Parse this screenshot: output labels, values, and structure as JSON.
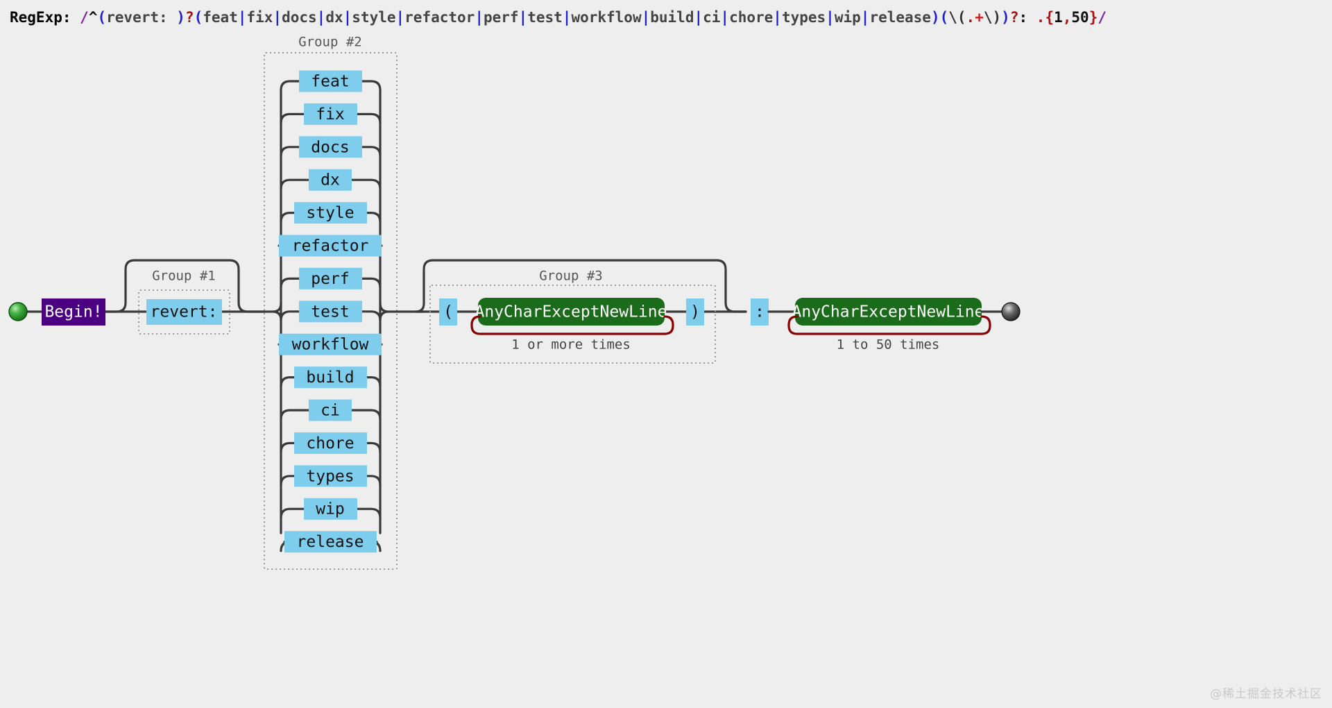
{
  "header": {
    "label": "RegExp:",
    "pattern": "/^(revert: )?(feat|fix|docs|dx|style|refactor|perf|test|workflow|build|ci|chore|types|wip|release)(\\(.+\\))?: .{1,50}/",
    "tokens": [
      {
        "t": "/",
        "c": "slash"
      },
      {
        "t": "^",
        "c": "anchor"
      },
      {
        "t": "(",
        "c": "paren"
      },
      {
        "t": "revert: ",
        "c": "lit"
      },
      {
        "t": ")",
        "c": "paren"
      },
      {
        "t": "?",
        "c": "quant"
      },
      {
        "t": "(",
        "c": "paren"
      },
      {
        "t": "feat",
        "c": "lit"
      },
      {
        "t": "|",
        "c": "pipe"
      },
      {
        "t": "fix",
        "c": "lit"
      },
      {
        "t": "|",
        "c": "pipe"
      },
      {
        "t": "docs",
        "c": "lit"
      },
      {
        "t": "|",
        "c": "pipe"
      },
      {
        "t": "dx",
        "c": "lit"
      },
      {
        "t": "|",
        "c": "pipe"
      },
      {
        "t": "style",
        "c": "lit"
      },
      {
        "t": "|",
        "c": "pipe"
      },
      {
        "t": "refactor",
        "c": "lit"
      },
      {
        "t": "|",
        "c": "pipe"
      },
      {
        "t": "perf",
        "c": "lit"
      },
      {
        "t": "|",
        "c": "pipe"
      },
      {
        "t": "test",
        "c": "lit"
      },
      {
        "t": "|",
        "c": "pipe"
      },
      {
        "t": "workflow",
        "c": "lit"
      },
      {
        "t": "|",
        "c": "pipe"
      },
      {
        "t": "build",
        "c": "lit"
      },
      {
        "t": "|",
        "c": "pipe"
      },
      {
        "t": "ci",
        "c": "lit"
      },
      {
        "t": "|",
        "c": "pipe"
      },
      {
        "t": "chore",
        "c": "lit"
      },
      {
        "t": "|",
        "c": "pipe"
      },
      {
        "t": "types",
        "c": "lit"
      },
      {
        "t": "|",
        "c": "pipe"
      },
      {
        "t": "wip",
        "c": "lit"
      },
      {
        "t": "|",
        "c": "pipe"
      },
      {
        "t": "release",
        "c": "lit"
      },
      {
        "t": ")",
        "c": "paren"
      },
      {
        "t": "(",
        "c": "paren"
      },
      {
        "t": "\\(",
        "c": "esc"
      },
      {
        "t": ".",
        "c": "dot"
      },
      {
        "t": "+",
        "c": "plus"
      },
      {
        "t": "\\)",
        "c": "esc"
      },
      {
        "t": ")",
        "c": "paren"
      },
      {
        "t": "?",
        "c": "quant"
      },
      {
        "t": ":",
        "c": "anchor"
      },
      {
        "t": " ",
        "c": "lit"
      },
      {
        "t": ".",
        "c": "dot"
      },
      {
        "t": "{",
        "c": "brace"
      },
      {
        "t": "1",
        "c": "num"
      },
      {
        "t": ",",
        "c": "brace"
      },
      {
        "t": "50",
        "c": "num"
      },
      {
        "t": "}",
        "c": "brace"
      },
      {
        "t": "/",
        "c": "slash"
      }
    ]
  },
  "diagram": {
    "start_node": {
      "name": "start-circle",
      "color": "#2e9b2e"
    },
    "end_node": {
      "name": "end-circle",
      "color": "#3a3a3a"
    },
    "begin_node": {
      "label": "Begin!",
      "color": "#4b0082",
      "text_color": "#ffffff"
    },
    "groups": [
      {
        "id": "group1",
        "label": "Group #1",
        "optional": true
      },
      {
        "id": "group2",
        "label": "Group #2",
        "optional": false
      },
      {
        "id": "group3",
        "label": "Group #3",
        "optional": true
      }
    ],
    "group1_item": {
      "label": "revert:",
      "type": "literal",
      "color": "#7fcdec"
    },
    "group2_alternatives": [
      {
        "label": "feat"
      },
      {
        "label": "fix"
      },
      {
        "label": "docs"
      },
      {
        "label": "dx"
      },
      {
        "label": "style"
      },
      {
        "label": "refactor"
      },
      {
        "label": "perf"
      },
      {
        "label": "test"
      },
      {
        "label": "workflow"
      },
      {
        "label": "build"
      },
      {
        "label": "ci"
      },
      {
        "label": "chore"
      },
      {
        "label": "types"
      },
      {
        "label": "wip"
      },
      {
        "label": "release"
      }
    ],
    "group3_items": [
      {
        "label": "(",
        "type": "literal"
      },
      {
        "label": "AnyCharExceptNewLine",
        "type": "charclass",
        "quantifier": "1 or more times"
      },
      {
        "label": ")",
        "type": "literal"
      }
    ],
    "tail_items": [
      {
        "label": ":",
        "type": "literal"
      },
      {
        "label": "AnyCharExceptNewLine",
        "type": "charclass",
        "quantifier": "1 to 50 times"
      }
    ],
    "colors": {
      "background": "#eeeeee",
      "literal_box": "#7fcdec",
      "charclass_box": "#1a6b1a",
      "begin_box": "#4b0082",
      "rail": "#3a3a3a",
      "loop": "#8b0000",
      "group_border": "#9a9a9a"
    }
  },
  "watermark": {
    "text": "@稀土掘金技术社区"
  }
}
